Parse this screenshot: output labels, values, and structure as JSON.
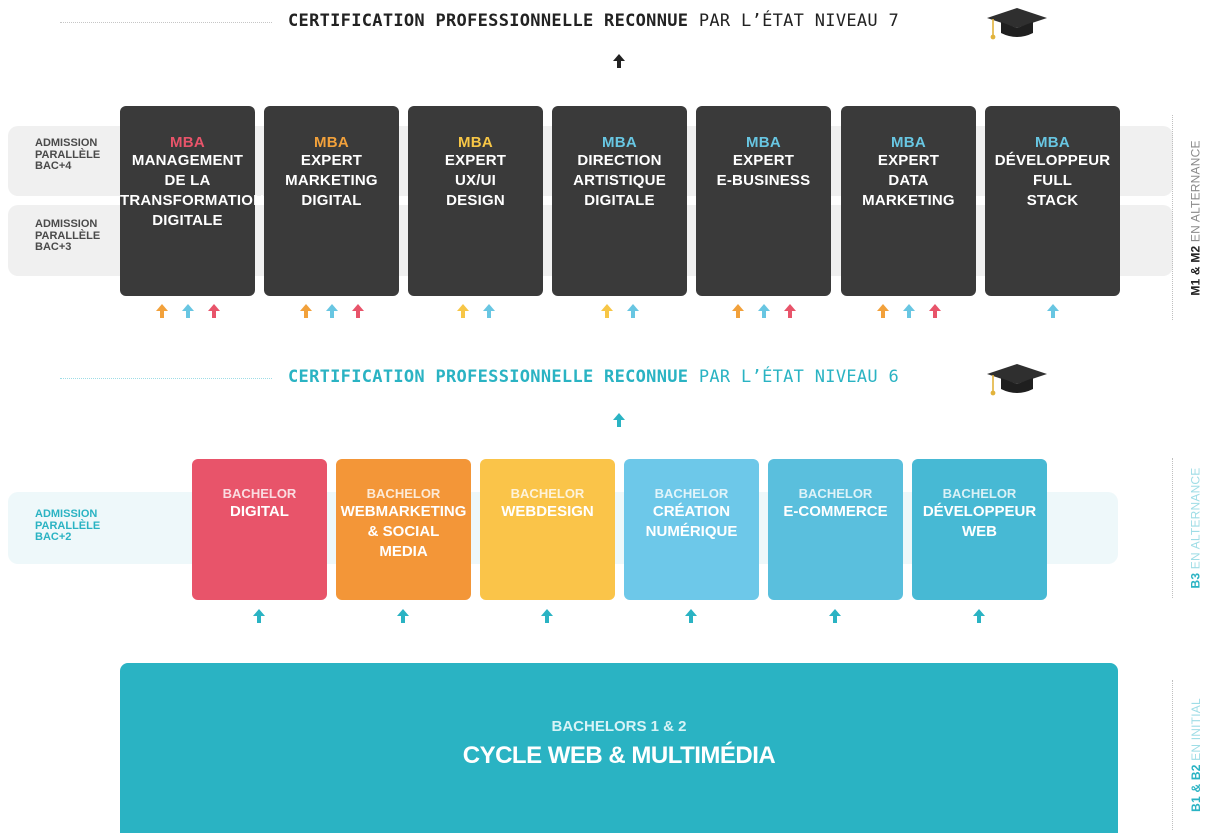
{
  "certification_top": {
    "bold_text": "CERTIFICATION PROFESSIONNELLE RECONNUE",
    "rest_text": " PAR L’ÉTAT NIVEAU 7",
    "color": "#222222"
  },
  "certification_mid": {
    "bold_text": "CERTIFICATION PROFESSIONNELLE RECONNUE",
    "rest_text": " PAR L’ÉTAT NIVEAU 6",
    "color": "#2ab3c3"
  },
  "admissions": {
    "bac4": "ADMISSION\nPARALLÈLE\nBAC+4",
    "bac3": "ADMISSION\nPARALLÈLE\nBAC+3",
    "bac2": "ADMISSION\nPARALLÈLE\nBAC+2"
  },
  "mba_programs": [
    {
      "tag": "MBA",
      "name": "MANAGEMENT\nDE LA\nTRANSFORMATION\nDIGITALE",
      "tag_color": "#e8546a",
      "arrows": [
        "orange",
        "blue",
        "red"
      ]
    },
    {
      "tag": "MBA",
      "name": "EXPERT\nMARKETING\nDIGITAL",
      "tag_color": "#f2a13b",
      "arrows": [
        "orange",
        "blue",
        "red"
      ]
    },
    {
      "tag": "MBA",
      "name": "EXPERT\nUX/UI\nDESIGN",
      "tag_color": "#f7c646",
      "arrows": [
        "yellow",
        "blue"
      ]
    },
    {
      "tag": "MBA",
      "name": "DIRECTION\nARTISTIQUE\nDIGITALE",
      "tag_color": "#68c6e2",
      "arrows": [
        "yellow",
        "blue"
      ]
    },
    {
      "tag": "MBA",
      "name": "EXPERT\nE-BUSINESS",
      "tag_color": "#68c6e2",
      "arrows": [
        "orange",
        "blue",
        "red"
      ]
    },
    {
      "tag": "MBA",
      "name": "EXPERT\nDATA\nMARKETING",
      "tag_color": "#68c6e2",
      "arrows": [
        "orange",
        "blue",
        "red"
      ]
    },
    {
      "tag": "MBA",
      "name": "DÉVELOPPEUR\nFULL\nSTACK",
      "tag_color": "#68c6e2",
      "arrows": [
        "blue"
      ]
    }
  ],
  "bachelor_programs": [
    {
      "tag": "BACHELOR",
      "name": "DIGITAL",
      "color": "#e8546a"
    },
    {
      "tag": "BACHELOR",
      "name": "WEBMARKETING\n& SOCIAL\nMEDIA",
      "color": "#f39638"
    },
    {
      "tag": "BACHELOR",
      "name": "WEBDESIGN",
      "color": "#fac449"
    },
    {
      "tag": "BACHELOR",
      "name": "CRÉATION\nNUMÉRIQUE",
      "color": "#6dc8e9"
    },
    {
      "tag": "BACHELOR",
      "name": "E-COMMERCE",
      "color": "#5abfdd"
    },
    {
      "tag": "BACHELOR",
      "name": "DÉVELOPPEUR\nWEB",
      "color": "#47b9d4"
    }
  ],
  "cycle": {
    "tag": "BACHELORS 1 & 2",
    "name": "CYCLE WEB & MULTIMÉDIA"
  },
  "side_labels": {
    "m1m2": {
      "bold": "M1 & M2",
      "rest": " EN ALTERNANCE"
    },
    "b3": {
      "bold": "B3",
      "rest": " EN ALTERNANCE"
    },
    "b1b2": {
      "bold": "B1 & B2",
      "rest": " EN INITIAL"
    }
  },
  "colors": {
    "orange": "#f2a13b",
    "blue": "#68c6e2",
    "red": "#e8546a",
    "yellow": "#f7c646",
    "dark": "#222222",
    "teal": "#2ab3c3",
    "card_dark": "#3a3a3a"
  }
}
